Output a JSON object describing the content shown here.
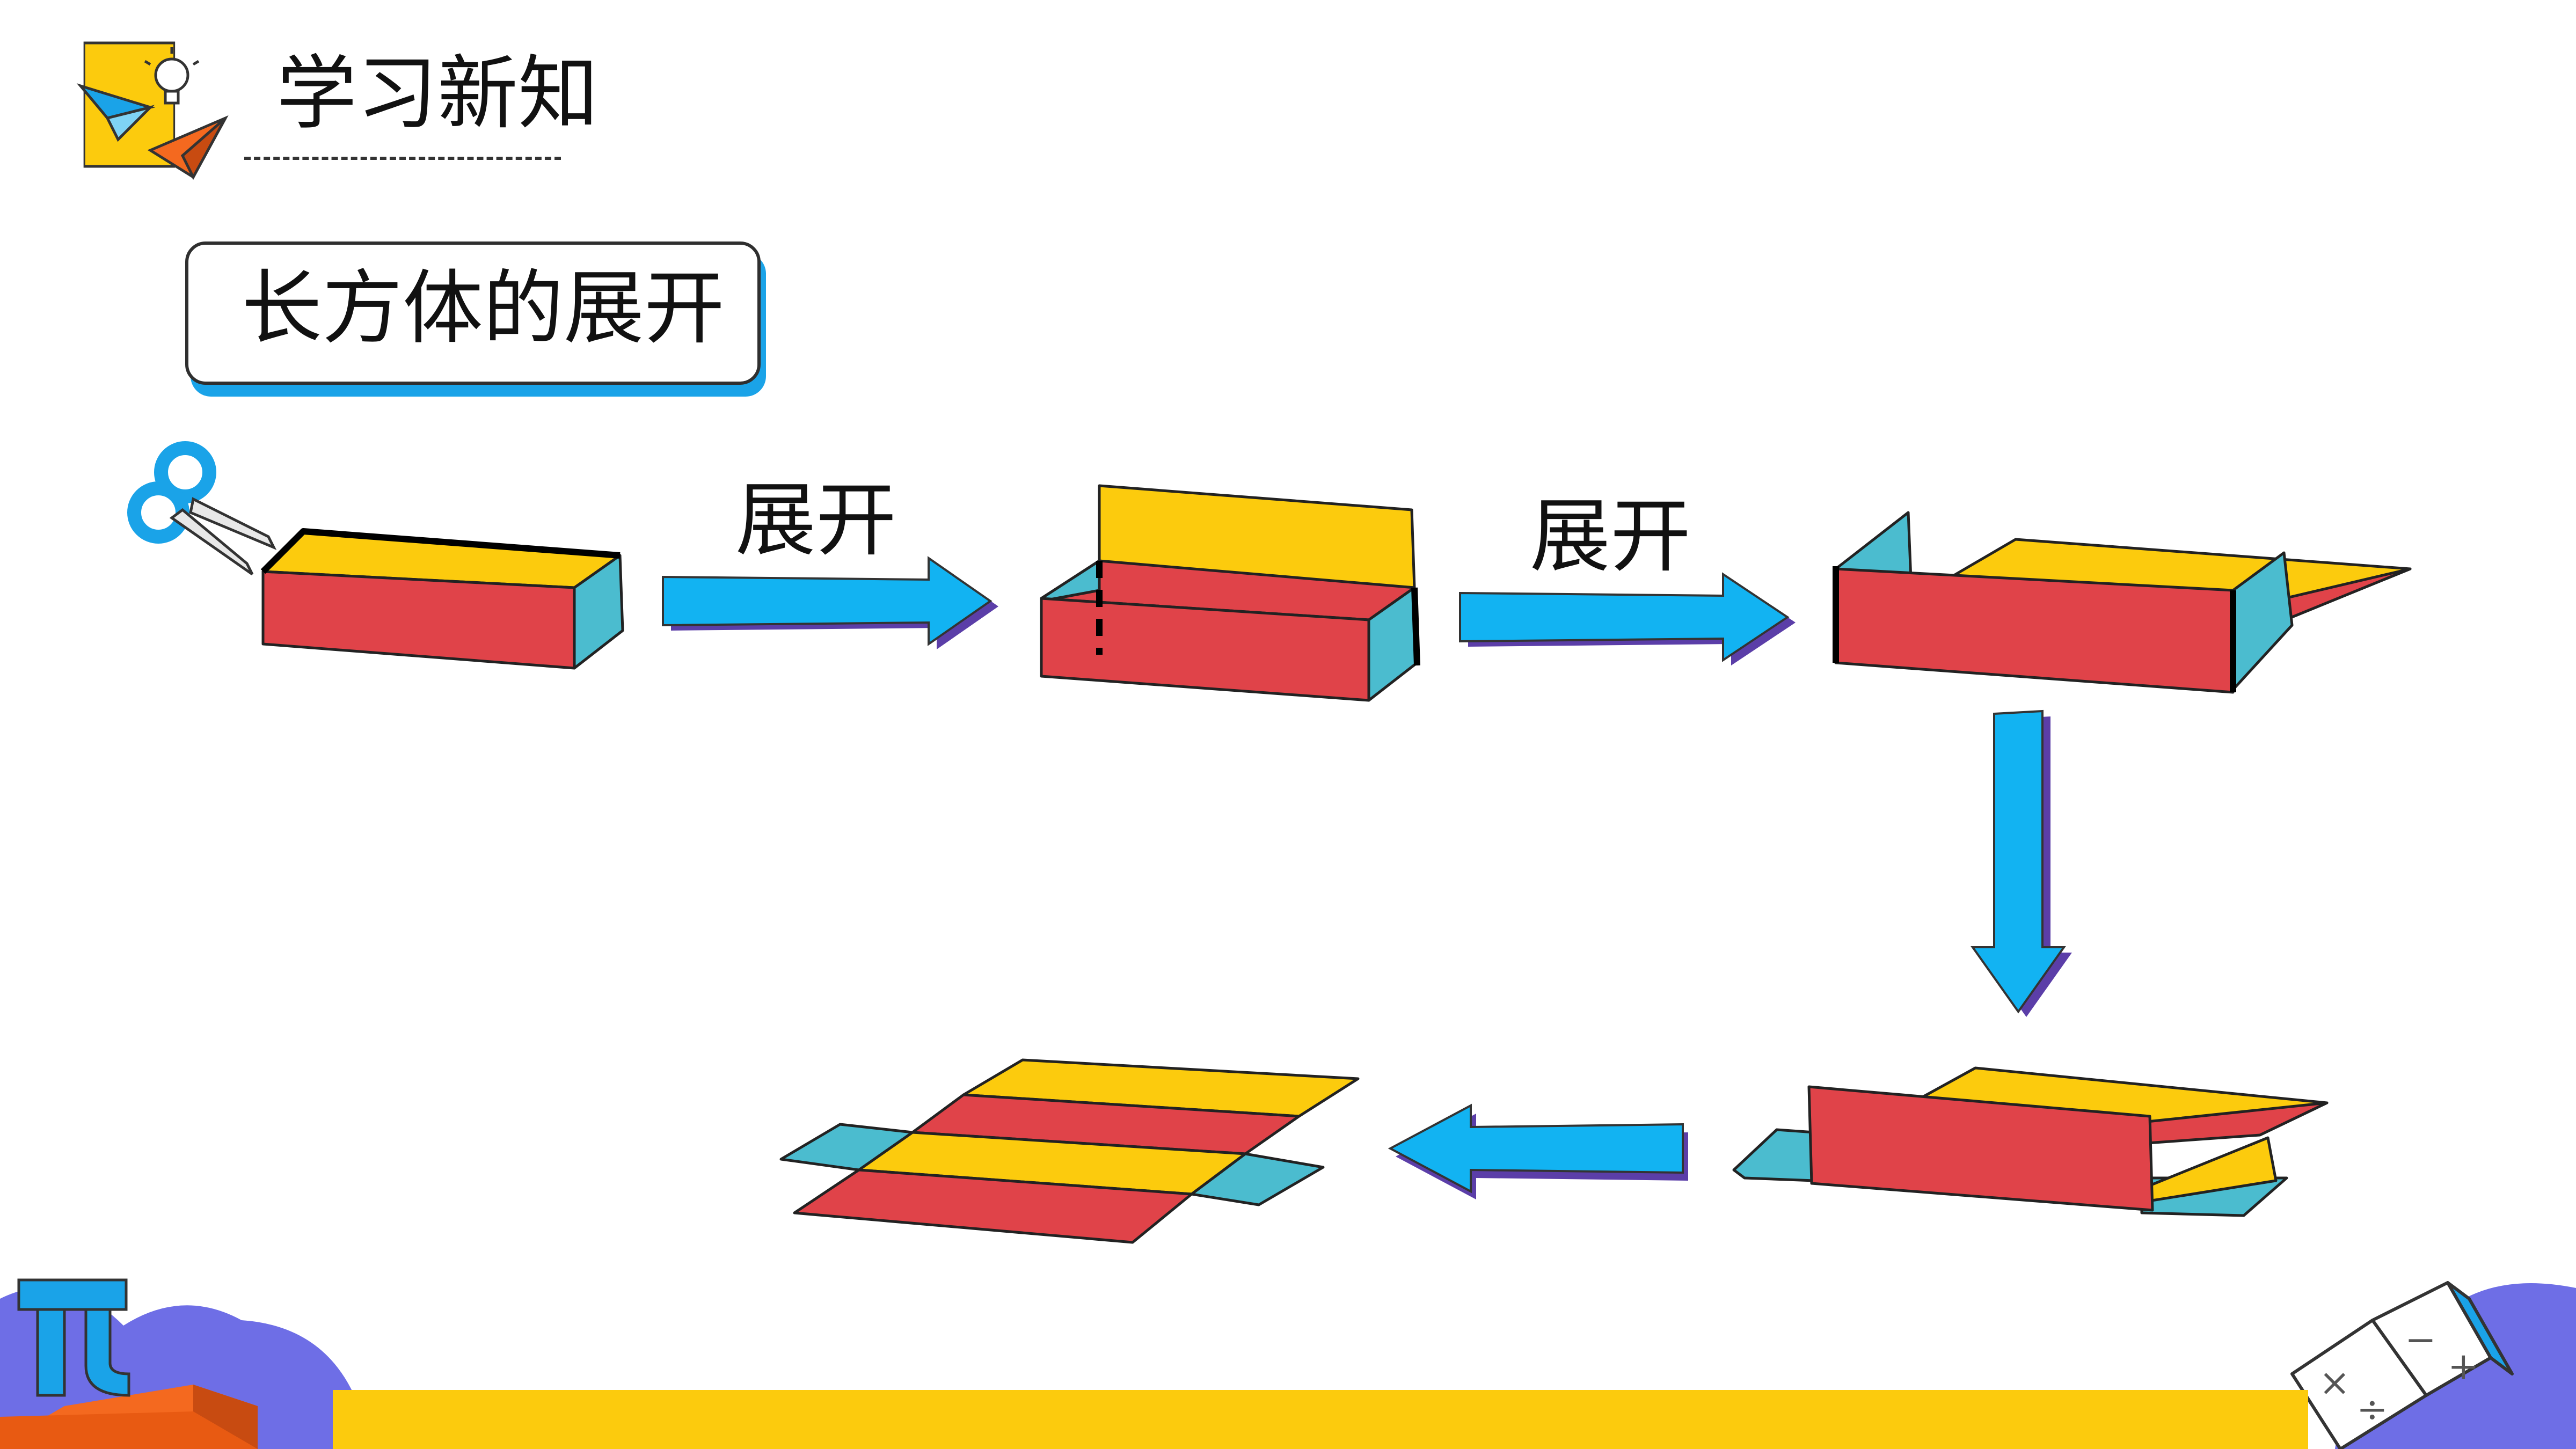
{
  "header": {
    "title": "学习新知"
  },
  "section": {
    "title": "长方体的展开"
  },
  "steps": {
    "unfold_label_1": "展开",
    "unfold_label_2": "展开"
  },
  "colors": {
    "yellow_face": "#fccb0d",
    "red_face": "#e04349",
    "cyan_face": "#4bbccf",
    "arrow_blue": "#12b3f2",
    "arrow_shadow": "#5b3ea8",
    "accent_blue": "#1aa3e8",
    "deco_purple": "#6e6ee6",
    "deco_orange": "#f4691f"
  },
  "icons": [
    "lightbulb-note-icon",
    "paper-plane-icon",
    "scissors-icon",
    "pi-icon",
    "open-book-icon"
  ]
}
